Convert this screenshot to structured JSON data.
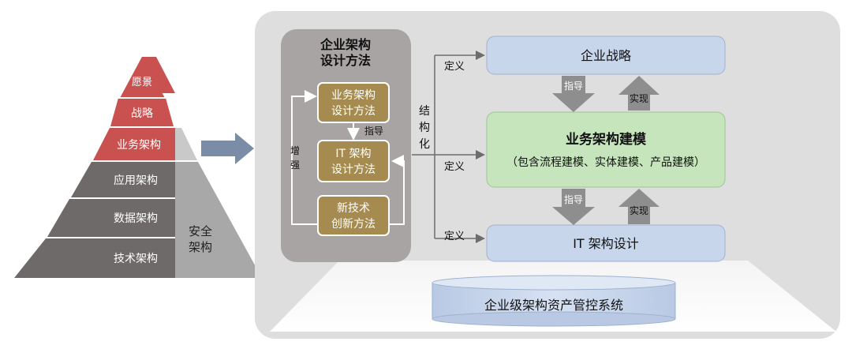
{
  "pyramid": {
    "levels": [
      "愿景",
      "战略",
      "业务架构",
      "应用架构",
      "数据架构",
      "技术架构"
    ],
    "security_line1": "安全",
    "security_line2": "架构"
  },
  "method_panel": {
    "title_line1": "企业架构",
    "title_line2": "设计方法",
    "box1_line1": "业务架构",
    "box1_line2": "设计方法",
    "box2_line1": "IT 架构",
    "box2_line2": "设计方法",
    "box3_line1": "新技术",
    "box3_line2": "创新方法",
    "guide_label": "指导",
    "enhance_line1": "增",
    "enhance_line2": "强"
  },
  "structure_label": [
    "结",
    "构",
    "化"
  ],
  "define_label": "定义",
  "right": {
    "strategy": "企业战略",
    "business_title": "业务架构建模",
    "business_sub": "（包含流程建模、实体建模、产品建模）",
    "it_design": "IT  架构设计",
    "guide": "指导",
    "realize": "实现",
    "asset_system": "企业级架构资产管控系统"
  },
  "colors": {
    "red": "#c9514f",
    "gray": "#6e6a6a",
    "tan": "#a58b4f",
    "blue_box": "#c8d6ec",
    "green_box": "#c6e5bd",
    "panel": "#dedede"
  }
}
